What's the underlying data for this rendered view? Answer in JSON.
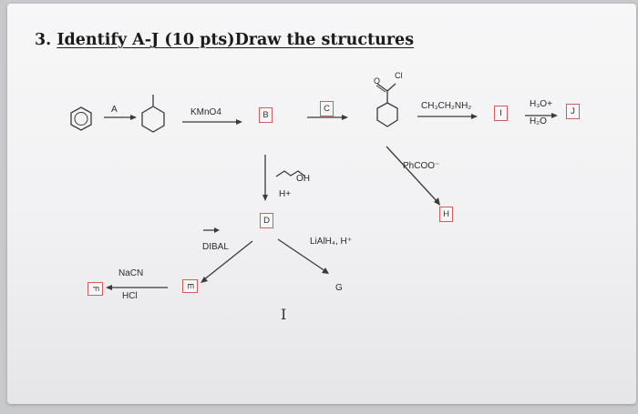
{
  "question": {
    "number": "3.",
    "title": "Identify A-J (10 pts)Draw the structures"
  },
  "reagents": {
    "a": "A",
    "kmno4": "KMnO4",
    "ch3ch2nh2": "CH₃CH₂NH₂",
    "h3o": "H₃O+",
    "h2o": "H₂O",
    "cl": "Cl",
    "o": "O",
    "oh": "OH",
    "h_plus": "H+",
    "phcoo": "PhCOO⁻",
    "dibal": "DIBAL",
    "lialh4": "LiAlH₄, H⁺",
    "nacn": "NaCN",
    "hcl": "HCl",
    "g": "G"
  },
  "boxes": {
    "b": "B",
    "c": "C",
    "d": "D",
    "e": "E",
    "f": "F",
    "h": "H",
    "i": "I",
    "j": "J"
  },
  "icons": [
    "benzene-ring",
    "toluene",
    "benzoyl-chloride",
    "allyl-alcohol",
    "text-cursor"
  ]
}
